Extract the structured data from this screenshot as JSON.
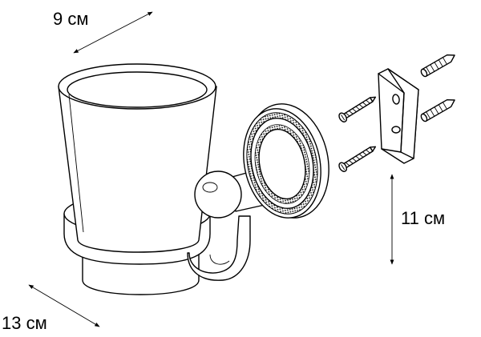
{
  "dimensions": {
    "width_label": "9 см",
    "height_label": "11 см",
    "depth_label": "13 см"
  }
}
